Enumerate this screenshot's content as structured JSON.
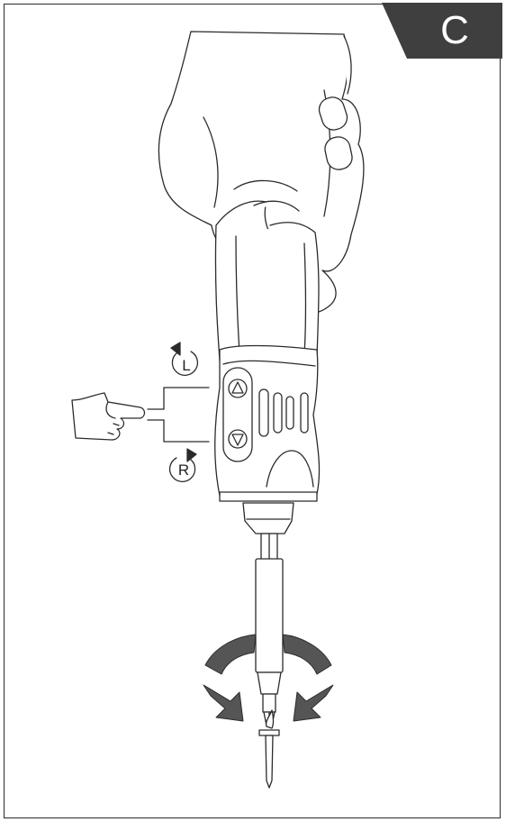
{
  "page_badge": {
    "letter": "C",
    "background": "#3f3f3f",
    "text_color": "#ffffff"
  },
  "direction_switch": {
    "upper_label": "L",
    "lower_label": "R"
  },
  "icons": {
    "pointer": "pointing-hand-icon",
    "rotate_left": "rotate-counterclockwise-icon",
    "rotate_right": "rotate-clockwise-icon",
    "rotation": "rotation-arrows-icon"
  },
  "colors": {
    "line": "#2b2b2b",
    "fill": "#ffffff",
    "arrow_fill": "#555555"
  }
}
